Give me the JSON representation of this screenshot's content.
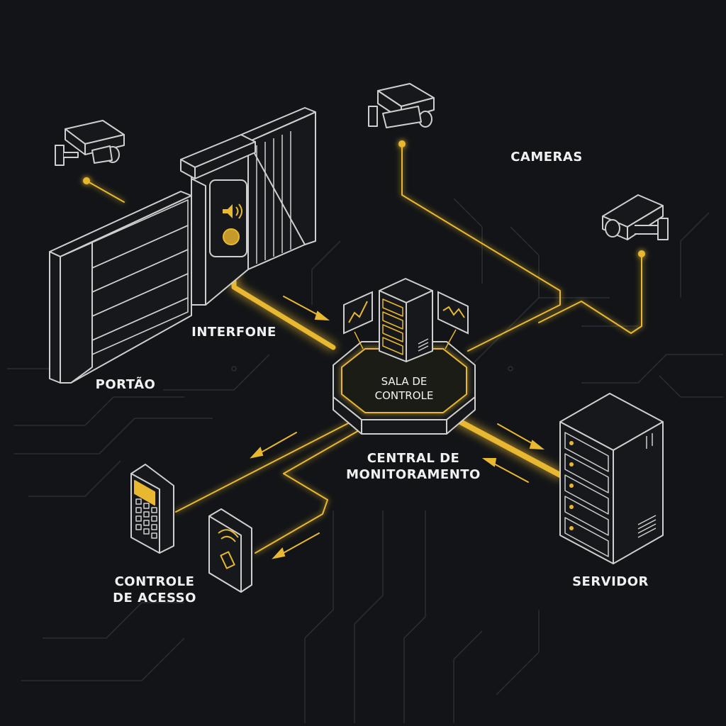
{
  "colors": {
    "background": "#121417",
    "accent": "#e8b830",
    "stroke": "#cfcfcf",
    "text": "#f1f1f1"
  },
  "labels": {
    "cameras": "CAMERAS",
    "interfone": "INTERFONE",
    "portao": "PORTÃO",
    "sala_line1": "SALA DE",
    "sala_line2": "CONTROLE",
    "central_line1": "CENTRAL DE",
    "central_line2": "MONITORAMENTO",
    "controle_line1": "CONTROLE",
    "controle_line2": "DE ACESSO",
    "servidor": "SERVIDOR"
  },
  "icons": [
    "security-camera-icon",
    "gate-icon",
    "intercom-icon",
    "server-rack-icon",
    "monitor-chart-icon",
    "keypad-icon",
    "card-reader-icon",
    "flow-arrow-icon"
  ]
}
